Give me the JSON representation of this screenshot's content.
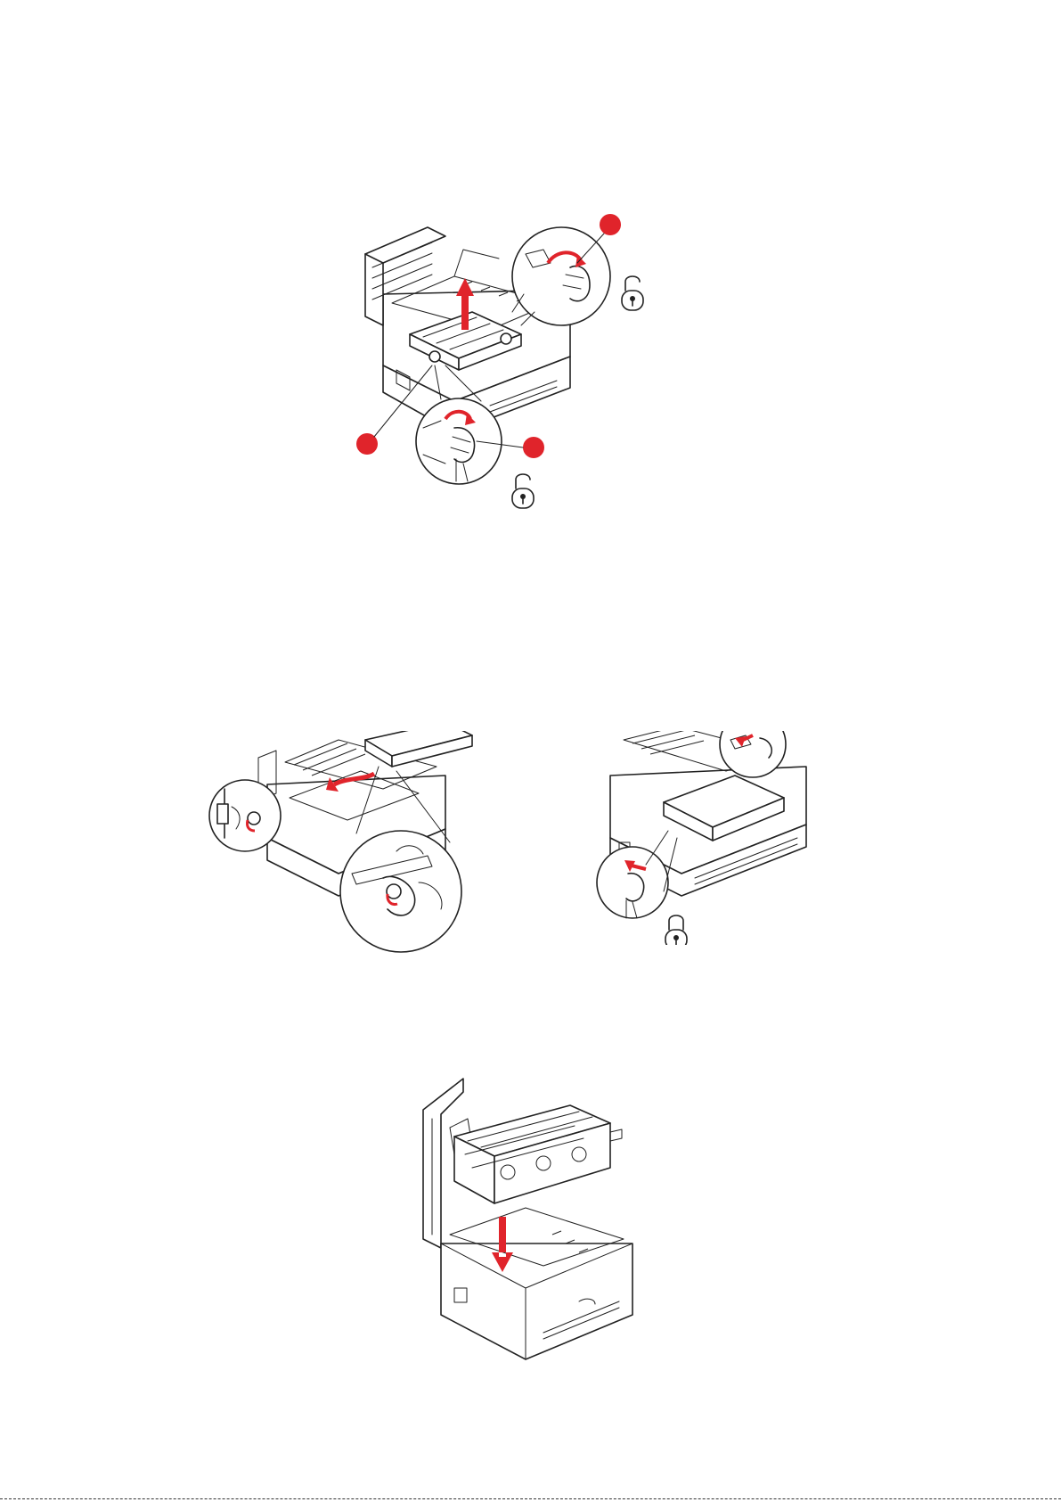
{
  "document": {
    "figures": [
      {
        "name": "remove-belt-unit",
        "callouts": 3
      },
      {
        "name": "install-belt-unit"
      },
      {
        "name": "lock-belt-unit"
      },
      {
        "name": "replace-image-drums"
      }
    ]
  },
  "colors": {
    "accent": "#e0242b",
    "line": "#222222",
    "background": "#ffffff"
  },
  "icons": [
    "unlock-icon",
    "lock-icon",
    "arrow-up-icon",
    "arrow-down-icon",
    "rotate-arrow-icon"
  ]
}
